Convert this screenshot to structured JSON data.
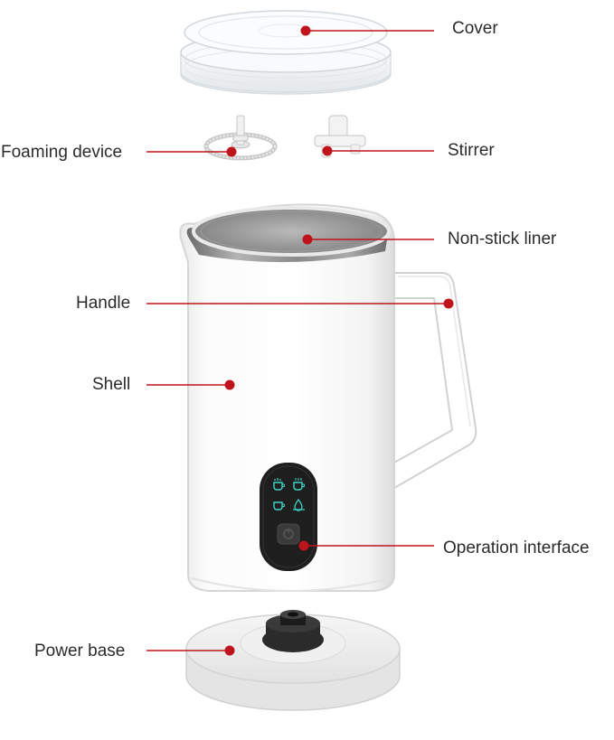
{
  "labels": {
    "cover": "Cover",
    "foaming_device": "Foaming device",
    "stirrer": "Stirrer",
    "nonstick_liner": "Non-stick liner",
    "handle": "Handle",
    "shell": "Shell",
    "operation_interface": "Operation interface",
    "power_base": "Power base"
  },
  "colors": {
    "callout": "#c0141c",
    "label_text": "#2b2b2b",
    "shell_white": "#ffffff",
    "liner_metal": "#8d8d8d",
    "panel_black": "#1e1e1e",
    "indicator": "#3dd6c8"
  },
  "icons": {
    "indicator_1": "cup-hot-foam-icon",
    "indicator_2": "cup-hot-icon",
    "indicator_3": "cup-cold-icon",
    "indicator_4": "cold-foam-icon",
    "power_button": "power-button-icon"
  }
}
